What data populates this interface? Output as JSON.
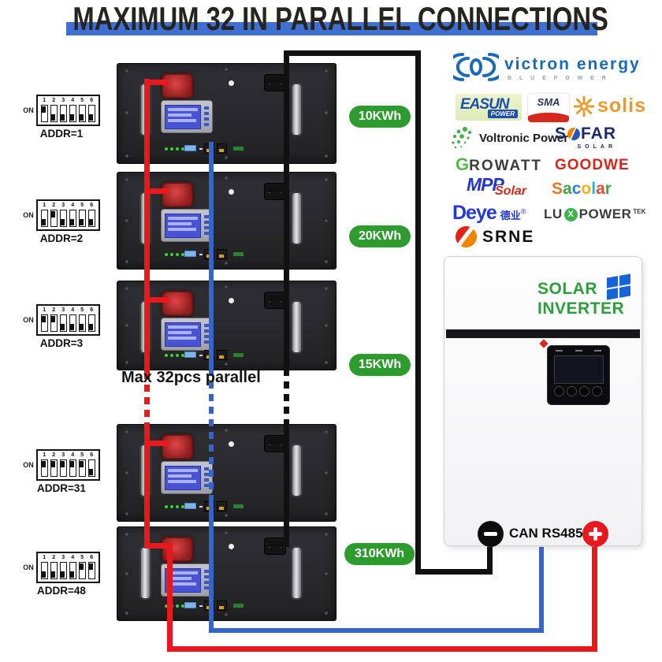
{
  "title": "MAXIMUM 32 IN PARALLEL CONNECTIONS",
  "parallel_note": "Max 32pcs parallel",
  "capacity_badges": [
    "10KWh",
    "20KWh",
    "15KWh",
    "310KWh"
  ],
  "dip": {
    "on_label": "ON",
    "numbers": [
      "1",
      "2",
      "3",
      "4",
      "5",
      "6"
    ],
    "items": [
      {
        "label": "ADDR=1",
        "states": [
          1,
          0,
          0,
          0,
          0,
          0
        ]
      },
      {
        "label": "ADDR=2",
        "states": [
          0,
          1,
          0,
          0,
          0,
          0
        ]
      },
      {
        "label": "ADDR=3",
        "states": [
          1,
          1,
          0,
          0,
          0,
          0
        ]
      },
      {
        "label": "ADDR=31",
        "states": [
          1,
          1,
          1,
          1,
          1,
          0
        ]
      },
      {
        "label": "ADDR=48",
        "states": [
          0,
          0,
          0,
          0,
          1,
          1
        ]
      }
    ]
  },
  "brands": {
    "victron": {
      "name": "victron energy",
      "sub": "B L U E   P O W E R"
    },
    "easun": {
      "name": "EASUN",
      "sub": "POWER"
    },
    "sma": {
      "name": "SMA"
    },
    "solis": {
      "name": "solis"
    },
    "voltronic": {
      "name": "Voltronic Power"
    },
    "sofar": {
      "part1": "S",
      "part2": "FAR",
      "sub": "SOLAR"
    },
    "growatt": {
      "part1": "G",
      "part2": "ROWATT"
    },
    "goodwe": {
      "name": "GOODWE"
    },
    "mpp": {
      "part1": "MPP",
      "part2": "Solar"
    },
    "sacolar": {
      "letters": [
        {
          "ch": "S",
          "color": "#e8762d"
        },
        {
          "ch": "a",
          "color": "#46a546"
        },
        {
          "ch": "c",
          "color": "#2f7fd3"
        },
        {
          "ch": "o",
          "color": "#f2b01e"
        },
        {
          "ch": "l",
          "color": "#35b0d8"
        },
        {
          "ch": "a",
          "color": "#e04b3a"
        },
        {
          "ch": "r",
          "color": "#46a546"
        }
      ]
    },
    "deye": {
      "name": "Deye",
      "cn": "德业",
      "reg": "®"
    },
    "lux": {
      "part1": "LU",
      "x": "X",
      "part2": "POWER",
      "sup": "TEK"
    },
    "srne": {
      "name": "SRNE"
    }
  },
  "inverter": {
    "line1": "SOLAR",
    "line2": "INVERTER",
    "can_label": "CAN RS485"
  },
  "colors": {
    "wire_red": "#e8191c",
    "wire_blue": "#3465c8",
    "wire_black": "#111111",
    "badge_green": "#2e9b2e",
    "title_bar_blue": "#3f6fd1",
    "inverter_green": "#2e9e3c"
  }
}
